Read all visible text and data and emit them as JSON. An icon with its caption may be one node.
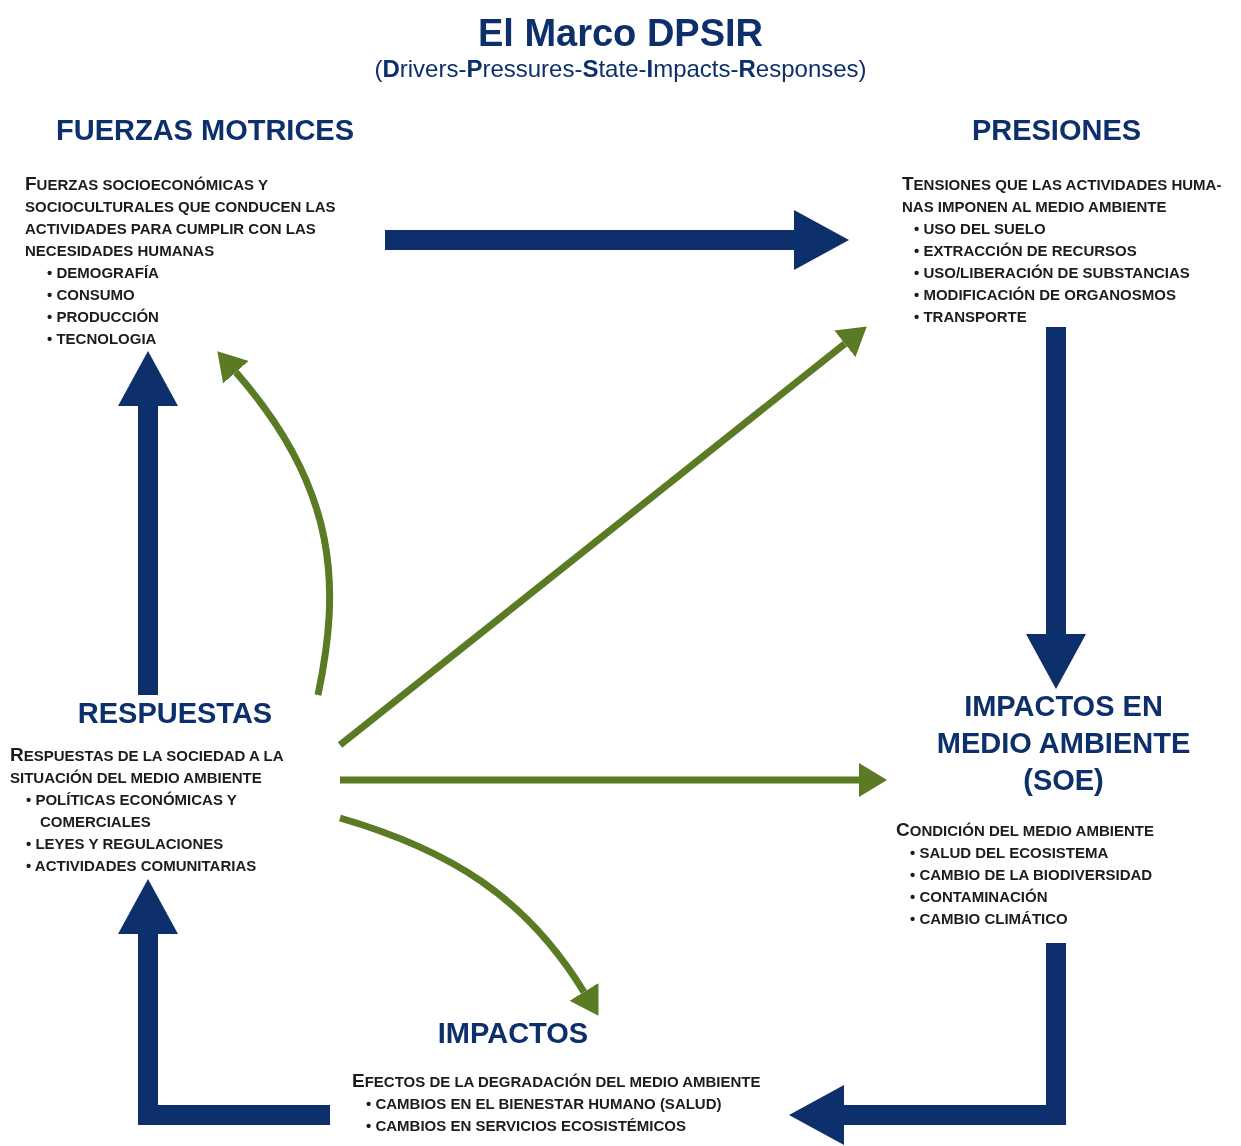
{
  "diagram": {
    "title": "El Marco DPSIR",
    "labels": [
      "(**D**rivers-**P**ressures-**S**tate-**I**mpacts-**R**esponses)"
    ],
    "nodes": [
      {
        "text": [
          "FUERZAS MOTRICES",
          "FUERZAS SOCIOECONÓMICAS Y SOCIOCULTURALES QUE CONDUCEN LAS ACTIVIDADES PARA CUMPLIR CON LAS NECESIDADES HUMANAS",
          "• DEMOGRAFÍA",
          "• CONSUMO",
          "• PRODUCCIÓN",
          "• TECNOLOGIA"
        ]
      },
      {
        "text": [
          "PRESIONES",
          "TENSIONES QUE LAS ACTIVIDADES HUMA- NAS IMPONEN AL MEDIO AMBIENTE",
          "• USO DEL SUELO",
          "• EXTRACCIÓN DE RECURSOS",
          "• USO/LIBERACIÓN DE SUBSTANCIAS",
          "• MODIFICACIÓN DE ORGANOSMOS",
          "• TRANSPORTE"
        ]
      },
      {
        "text": [
          "RESPUESTAS",
          "RESPUESTAS DE LA SOCIEDAD A LA SITUACIÓN DEL MEDIO AMBIENTE",
          "• POLÍTICAS ECONÓMICAS Y COMERCIALES",
          "• LEYES Y REGULACIONES",
          "• ACTIVIDADES COMUNITARIAS"
        ]
      },
      {
        "text": [
          "IMPACTOS EN MEDIO AMBIENTE (SOE)",
          "CONDICIÓN DEL MEDIO AMBIENTE",
          "• SALUD DEL ECOSISTEMA",
          "• CAMBIO DE LA BIODIVERSIDAD",
          "• CONTAMINACIÓN",
          "• CAMBIO CLIMÁTICO"
        ]
      },
      {
        "text": [
          "IMPACTOS",
          "EFECTOS DE LA DEGRADACIÓN DEL MEDIO AMBIENTE",
          "• CAMBIOS EN EL BIENESTAR HUMANO (SALUD)",
          "• CAMBIOS EN SERVICIOS ECOSISTÉMICOS"
        ]
      }
    ],
    "edges": [
      {
        "from": 0,
        "to": 1,
        "arrow": "to"
      },
      {
        "from": 1,
        "to": 3,
        "arrow": "to"
      },
      {
        "from": 3,
        "to": 4,
        "arrow": "to"
      },
      {
        "from": 4,
        "to": 2,
        "arrow": "to"
      },
      {
        "from": 2,
        "to": 0,
        "arrow": "to"
      },
      {
        "from": 2,
        "to": 0,
        "arrow": "to",
        "color": "#5a7a23"
      },
      {
        "from": 2,
        "to": 1,
        "arrow": "to",
        "color": "#5a7a23"
      },
      {
        "from": 2,
        "to": 3,
        "arrow": "to",
        "color": "#5a7a23"
      },
      {
        "from": 2,
        "to": 4,
        "arrow": "to",
        "color": "#5a7a23"
      }
    ]
  }
}
